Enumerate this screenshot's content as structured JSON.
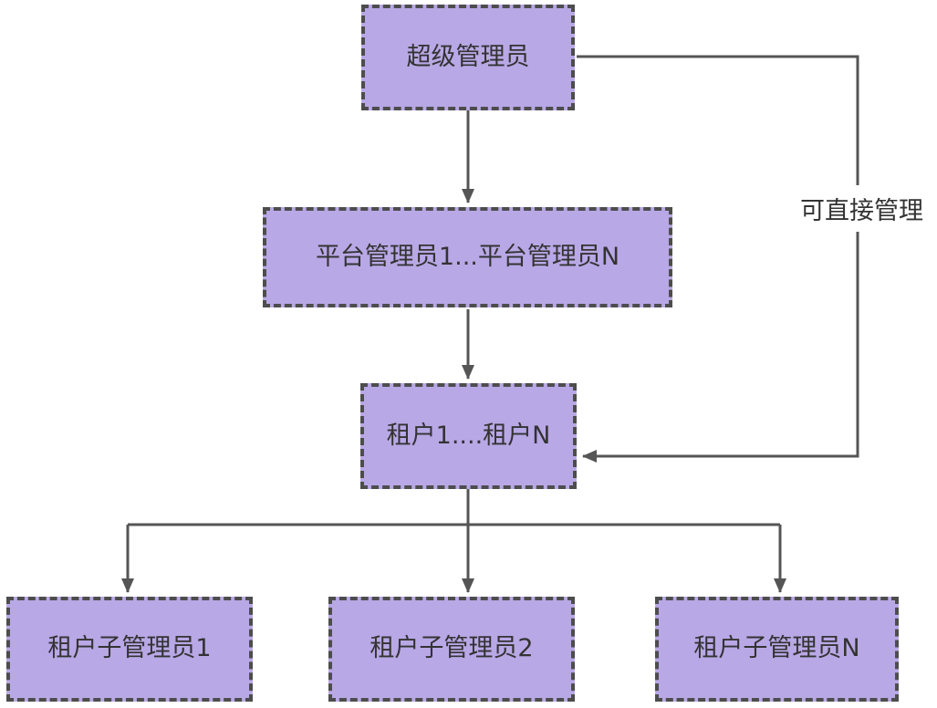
{
  "diagram": {
    "nodes": {
      "super_admin": {
        "label": "超级管理员"
      },
      "platform_admins": {
        "label": "平台管理员1...平台管理员N"
      },
      "tenants": {
        "label": "租户1....租户N"
      },
      "tenant_sub_admin_1": {
        "label": "租户子管理员1"
      },
      "tenant_sub_admin_2": {
        "label": "租户子管理员2"
      },
      "tenant_sub_admin_n": {
        "label": "租户子管理员N"
      }
    },
    "edge_labels": {
      "direct_manage": "可直接管理"
    },
    "colors": {
      "node_fill": "#B9A8E6",
      "node_border": "#4D4D4D",
      "connector": "#555555",
      "text": "#333333",
      "background": "#FFFFFF"
    }
  }
}
